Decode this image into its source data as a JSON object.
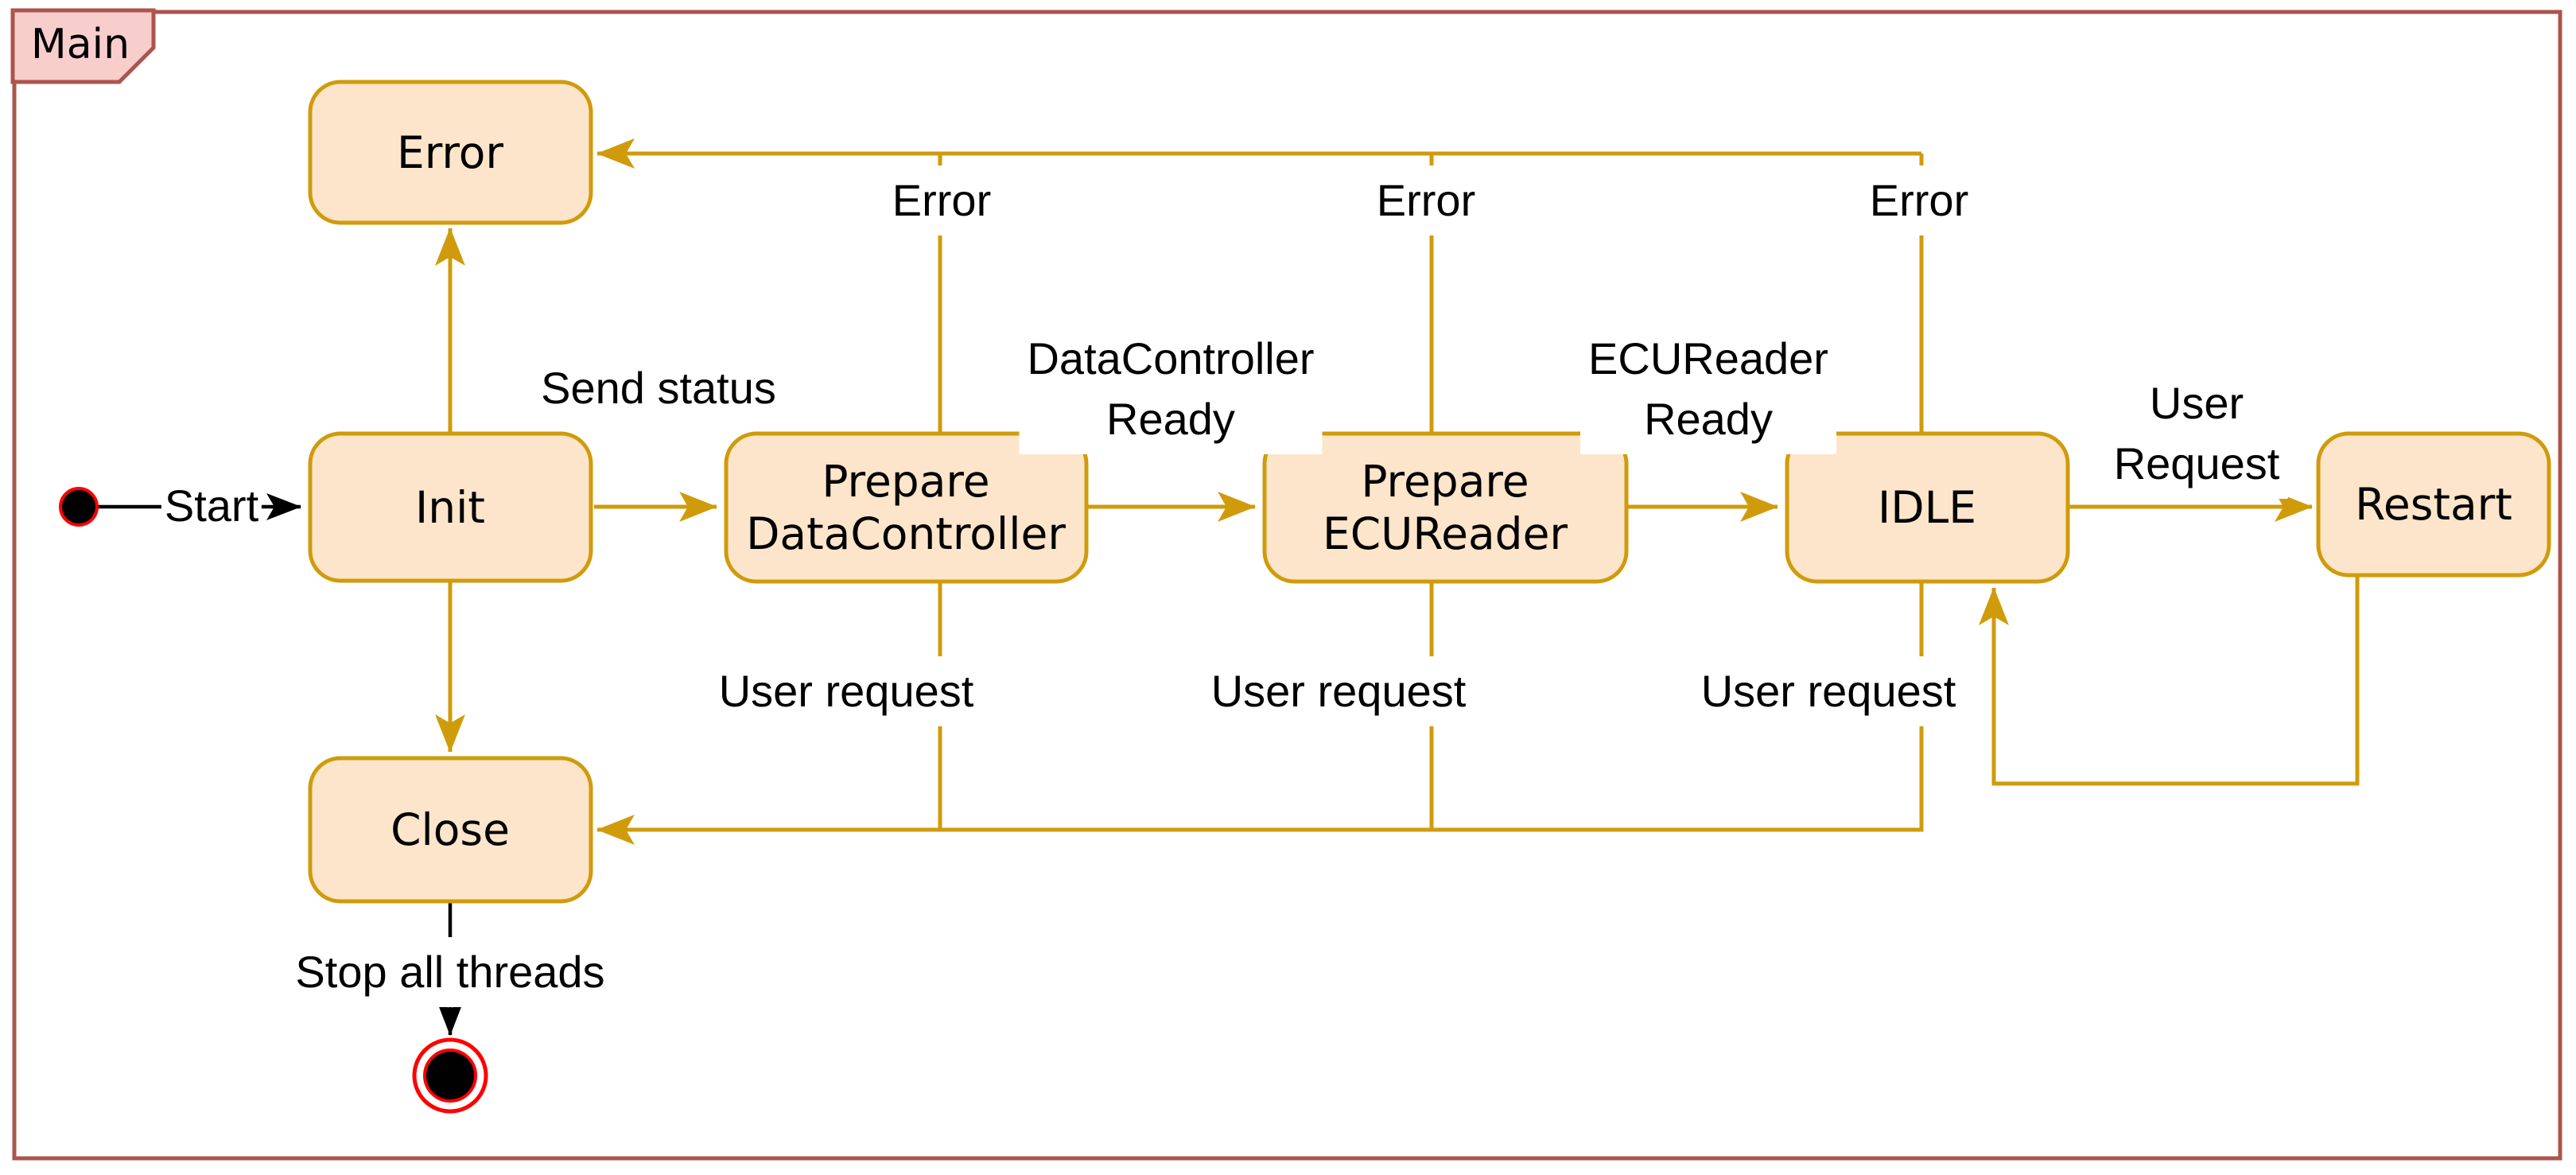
{
  "frame": {
    "label": "Main"
  },
  "colors": {
    "state_fill": "#fce5ca",
    "state_stroke": "#d09b0b",
    "edge": "#d09b0b",
    "frame_stroke": "#ac544e",
    "tab_fill": "#f8cecc",
    "terminal_red": "#ff0000",
    "text": "#000000"
  },
  "states": [
    {
      "id": "error",
      "label": "Error"
    },
    {
      "id": "init",
      "label": "Init"
    },
    {
      "id": "prepare-datacontroller",
      "label": "Prepare\nDataController"
    },
    {
      "id": "prepare-ecureader",
      "label": "Prepare\nECUReader"
    },
    {
      "id": "idle",
      "label": "IDLE"
    },
    {
      "id": "restart",
      "label": "Restart"
    },
    {
      "id": "close",
      "label": "Close"
    }
  ],
  "edge_labels": {
    "start": "Start",
    "send_status": "Send status",
    "datacontroller_ready": "DataController\nReady",
    "ecureader_ready": "ECUReader\nReady",
    "user_request_caps": "User\nRequest",
    "error_1": "Error",
    "error_2": "Error",
    "error_3": "Error",
    "user_request_1": "User request",
    "user_request_2": "User request",
    "user_request_3": "User request",
    "stop_all_threads": "Stop all threads"
  },
  "transitions": [
    {
      "from": "initial-node",
      "to": "init",
      "label": "Start"
    },
    {
      "from": "init",
      "to": "prepare-datacontroller",
      "label": "Send status"
    },
    {
      "from": "prepare-datacontroller",
      "to": "prepare-ecureader",
      "label": "DataController Ready"
    },
    {
      "from": "prepare-ecureader",
      "to": "idle",
      "label": "ECUReader Ready"
    },
    {
      "from": "idle",
      "to": "restart",
      "label": "User Request"
    },
    {
      "from": "restart",
      "to": "idle",
      "label": ""
    },
    {
      "from": "init",
      "to": "error",
      "label": ""
    },
    {
      "from": "prepare-datacontroller",
      "to": "error",
      "label": "Error"
    },
    {
      "from": "prepare-ecureader",
      "to": "error",
      "label": "Error"
    },
    {
      "from": "idle",
      "to": "error",
      "label": "Error"
    },
    {
      "from": "init",
      "to": "close",
      "label": ""
    },
    {
      "from": "prepare-datacontroller",
      "to": "close",
      "label": "User request"
    },
    {
      "from": "prepare-ecureader",
      "to": "close",
      "label": "User request"
    },
    {
      "from": "idle",
      "to": "close",
      "label": "User request"
    },
    {
      "from": "close",
      "to": "final-node",
      "label": "Stop all threads"
    }
  ]
}
